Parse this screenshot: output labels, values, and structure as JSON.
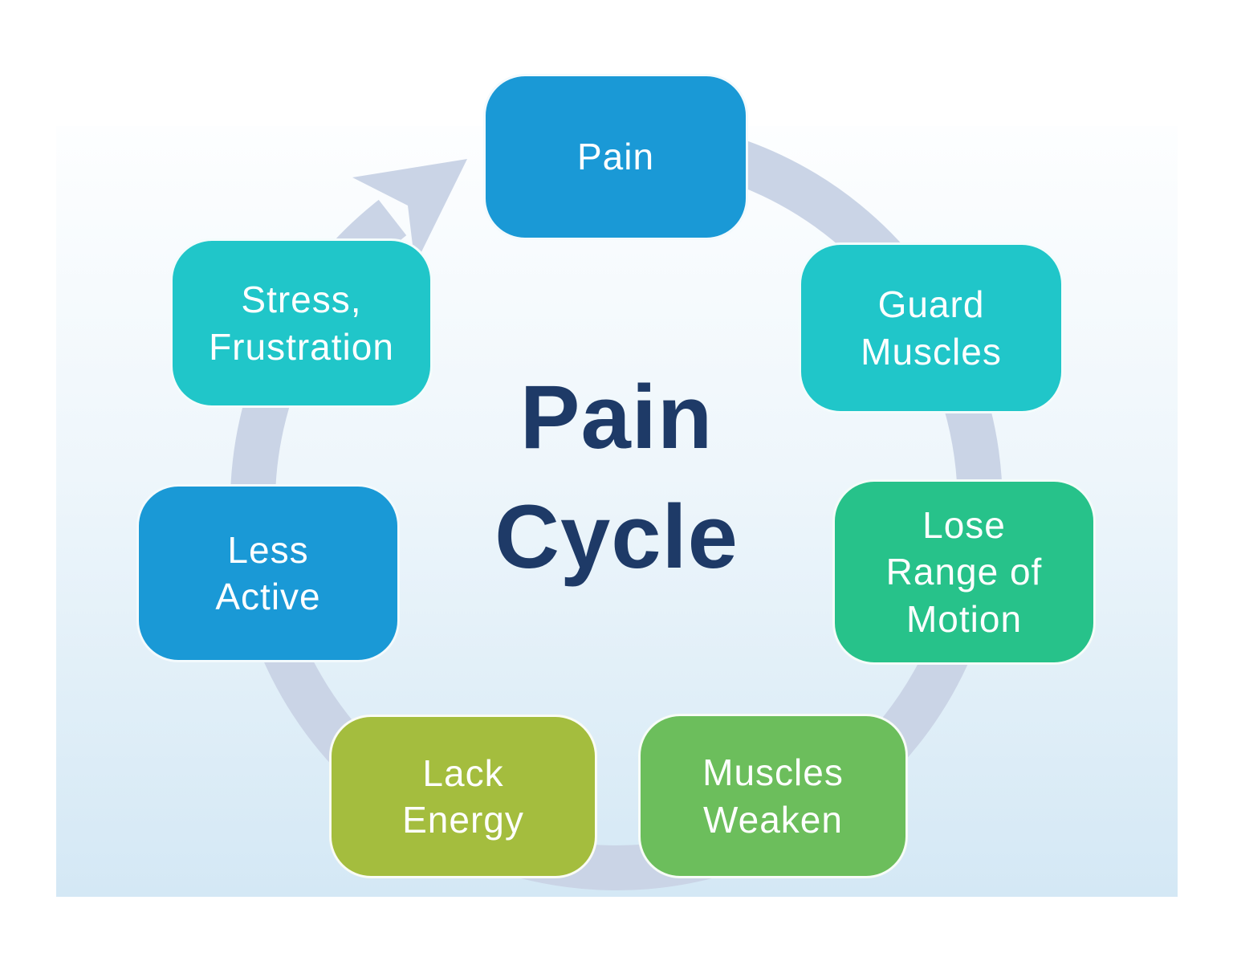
{
  "diagram": {
    "title": "Pain\nCycle",
    "title_color": "#1e3a67",
    "ring_color": "#cad4e6",
    "background_top_color": "#fdfeff",
    "background_bottom_color": "#d4e8f5",
    "nodes": [
      {
        "name": "pain",
        "label": "Pain",
        "color": "#1a99d6"
      },
      {
        "name": "guard-muscles",
        "label": "Guard\nMuscles",
        "color": "#20c6c9"
      },
      {
        "name": "lose-range-of-motion",
        "label": "Lose\nRange of\nMotion",
        "color": "#27c28a"
      },
      {
        "name": "muscles-weaken",
        "label": "Muscles\nWeaken",
        "color": "#6cbe5c"
      },
      {
        "name": "lack-energy",
        "label": "Lack\nEnergy",
        "color": "#a4bd3e"
      },
      {
        "name": "less-active",
        "label": "Less\nActive",
        "color": "#1a99d6"
      },
      {
        "name": "stress-frustration",
        "label": "Stress,\nFrustration",
        "color": "#20c6c9"
      }
    ]
  }
}
